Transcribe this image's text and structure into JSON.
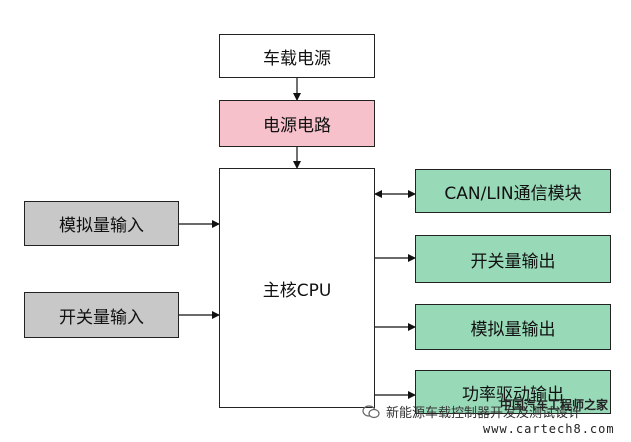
{
  "nodes": {
    "power_source": "车载电源",
    "power_circuit": "电源电路",
    "cpu": "主核CPU",
    "analog_in": "模拟量输入",
    "switch_in": "开关量输入",
    "can_lin": "CAN/LIN通信模块",
    "switch_out": "开关量输出",
    "analog_out": "模拟量输出",
    "power_drive_out": "功率驱动输出"
  },
  "watermark": {
    "wechat_text": "新能源车载控制器开发及测试设计",
    "site_logo_text": "中国汽车工程师之家",
    "url": "www.cartech8.com"
  },
  "colors": {
    "pink": "#f7c1cc",
    "gray": "#c8c8c8",
    "green": "#98d9b8",
    "border": "#222222"
  }
}
